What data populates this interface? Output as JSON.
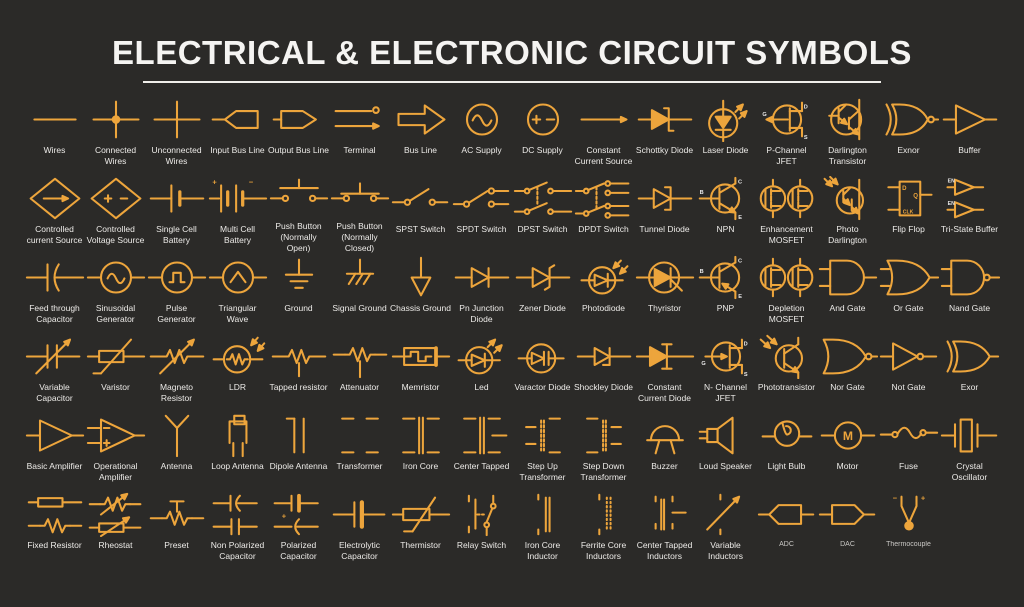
{
  "page": {
    "title": "ELECTRICAL & ELECTRONIC CIRCUIT SYMBOLS",
    "colors": {
      "background": "#2B2A28",
      "accent": "#EDA53C",
      "text": "#EDEBE8",
      "title": "#F5F4F2"
    }
  },
  "rows": [
    {
      "items": [
        {
          "label": "Wires",
          "symbol": "wires"
        },
        {
          "label": "Connected Wires",
          "symbol": "connected-wires"
        },
        {
          "label": "Unconnected Wires",
          "symbol": "unconnected-wires"
        },
        {
          "label": "Input Bus Line",
          "symbol": "input-bus-line"
        },
        {
          "label": "Output Bus Line",
          "symbol": "output-bus-line"
        },
        {
          "label": "Terminal",
          "symbol": "terminal"
        },
        {
          "label": "Bus Line",
          "symbol": "bus-line"
        },
        {
          "label": "AC Supply",
          "symbol": "ac-supply"
        },
        {
          "label": "DC Supply",
          "symbol": "dc-supply"
        },
        {
          "label": "Constant Current Source",
          "symbol": "constant-current-source"
        },
        {
          "label": "Schottky Diode",
          "symbol": "schottky-diode"
        },
        {
          "label": "Laser Diode",
          "symbol": "laser-diode"
        },
        {
          "label": "P-Channel JFET",
          "symbol": "p-channel-jfet"
        },
        {
          "label": "Darlington Transistor",
          "symbol": "darlington-transistor"
        },
        {
          "label": "Exnor",
          "symbol": "exnor"
        },
        {
          "label": "Buffer",
          "symbol": "buffer"
        }
      ]
    },
    {
      "items": [
        {
          "label": "Controlled current Source",
          "symbol": "controlled-current-source"
        },
        {
          "label": "Controlled Voltage Source",
          "symbol": "controlled-voltage-source"
        },
        {
          "label": "Single Cell Battery",
          "symbol": "single-cell-battery"
        },
        {
          "label": "Multi Cell Battery",
          "symbol": "multi-cell-battery"
        },
        {
          "label": "Push Button (Normally Open)",
          "symbol": "push-button-normally-open"
        },
        {
          "label": "Push Button (Normally Closed)",
          "symbol": "push-button-normally-closed"
        },
        {
          "label": "SPST Switch",
          "symbol": "spst-switch"
        },
        {
          "label": "SPDT Switch",
          "symbol": "spdt-switch"
        },
        {
          "label": "DPST Switch",
          "symbol": "dpst-switch"
        },
        {
          "label": "DPDT Switch",
          "symbol": "dpdt-switch"
        },
        {
          "label": "Tunnel Diode",
          "symbol": "tunnel-diode"
        },
        {
          "label": "NPN",
          "symbol": "npn"
        },
        {
          "label": "Enhancement MOSFET",
          "symbol": "enhancement-mosfet"
        },
        {
          "label": "Photo Darlington",
          "symbol": "photo-darlington"
        },
        {
          "label": "Flip Flop",
          "symbol": "flip-flop"
        },
        {
          "label": "Tri-State Buffer",
          "symbol": "tri-state-buffer"
        }
      ]
    },
    {
      "items": [
        {
          "label": "Feed through Capacitor",
          "symbol": "feed-through-capacitor"
        },
        {
          "label": "Sinusoidal Generator",
          "symbol": "sinusoidal-generator"
        },
        {
          "label": "Pulse Generator",
          "symbol": "pulse-generator"
        },
        {
          "label": "Triangular Wave",
          "symbol": "triangular-wave"
        },
        {
          "label": "Ground",
          "symbol": "ground"
        },
        {
          "label": "Signal Ground",
          "symbol": "signal-ground"
        },
        {
          "label": "Chassis Ground",
          "symbol": "chassis-ground"
        },
        {
          "label": "Pn Junction Diode",
          "symbol": "pn-junction-diode"
        },
        {
          "label": "Zener Diode",
          "symbol": "zener-diode"
        },
        {
          "label": "Photodiode",
          "symbol": "photodiode"
        },
        {
          "label": "Thyristor",
          "symbol": "thyristor"
        },
        {
          "label": "PNP",
          "symbol": "pnp"
        },
        {
          "label": "Depletion MOSFET",
          "symbol": "depletion-mosfet"
        },
        {
          "label": "And Gate",
          "symbol": "and-gate"
        },
        {
          "label": "Or Gate",
          "symbol": "or-gate"
        },
        {
          "label": "Nand Gate",
          "symbol": "nand-gate"
        }
      ]
    },
    {
      "items": [
        {
          "label": "Variable Capacitor",
          "symbol": "variable-capacitor"
        },
        {
          "label": "Varistor",
          "symbol": "varistor"
        },
        {
          "label": "Magneto Resistor",
          "symbol": "magneto-resistor"
        },
        {
          "label": "LDR",
          "symbol": "ldr"
        },
        {
          "label": "Tapped resistor",
          "symbol": "tapped-resistor"
        },
        {
          "label": "Attenuator",
          "symbol": "attenuator"
        },
        {
          "label": "Memristor",
          "symbol": "memristor"
        },
        {
          "label": "Led",
          "symbol": "led"
        },
        {
          "label": "Varactor Diode",
          "symbol": "varactor-diode"
        },
        {
          "label": "Shockley Diode",
          "symbol": "shockley-diode"
        },
        {
          "label": "Constant Current Diode",
          "symbol": "constant-current-diode"
        },
        {
          "label": "N- Channel JFET",
          "symbol": "n-channel-jfet"
        },
        {
          "label": "Phototransistor",
          "symbol": "phototransistor"
        },
        {
          "label": "Nor Gate",
          "symbol": "nor-gate"
        },
        {
          "label": "Not Gate",
          "symbol": "not-gate"
        },
        {
          "label": "Exor",
          "symbol": "exor"
        }
      ]
    },
    {
      "items": [
        {
          "label": "Basic Amplifier",
          "symbol": "basic-amplifier"
        },
        {
          "label": "Operational Amplifier",
          "symbol": "operational-amplifier"
        },
        {
          "label": "Antenna",
          "symbol": "antenna"
        },
        {
          "label": "Loop Antenna",
          "symbol": "loop-antenna"
        },
        {
          "label": "Dipole Antenna",
          "symbol": "dipole-antenna"
        },
        {
          "label": "Transformer",
          "symbol": "transformer"
        },
        {
          "label": "Iron Core",
          "symbol": "iron-core"
        },
        {
          "label": "Center Tapped",
          "symbol": "center-tapped"
        },
        {
          "label": "Step Up Transformer",
          "symbol": "step-up-transformer"
        },
        {
          "label": "Step Down Transformer",
          "symbol": "step-down-transformer"
        },
        {
          "label": "Buzzer",
          "symbol": "buzzer"
        },
        {
          "label": "Loud Speaker",
          "symbol": "loud-speaker"
        },
        {
          "label": "Light Bulb",
          "symbol": "light-bulb"
        },
        {
          "label": "Motor",
          "symbol": "motor"
        },
        {
          "label": "Fuse",
          "symbol": "fuse"
        },
        {
          "label": "Crystal Oscillator",
          "symbol": "crystal-oscillator"
        }
      ]
    },
    {
      "items": [
        {
          "label": "Fixed Resistor",
          "symbol": "fixed-resistor"
        },
        {
          "label": "Rheostat",
          "symbol": "rheostat"
        },
        {
          "label": "Preset",
          "symbol": "preset"
        },
        {
          "label": "Non Polarized Capacitor",
          "symbol": "non-polarized-capacitor"
        },
        {
          "label": "Polarized Capacitor",
          "symbol": "polarized-capacitor"
        },
        {
          "label": "Electrolytic Capacitor",
          "symbol": "electrolytic-capacitor"
        },
        {
          "label": "Thermistor",
          "symbol": "thermistor"
        },
        {
          "label": "Relay Switch",
          "symbol": "relay-switch"
        },
        {
          "label": "Iron Core Inductor",
          "symbol": "iron-core-inductor"
        },
        {
          "label": "Ferrite Core Inductors",
          "symbol": "ferrite-core-inductors"
        },
        {
          "label": "Center Tapped Inductors",
          "symbol": "center-tapped-inductors"
        },
        {
          "label": "Variable Inductors",
          "symbol": "variable-inductors"
        },
        {
          "label": "ADC",
          "symbol": "adc",
          "small": true
        },
        {
          "label": "DAC",
          "symbol": "dac",
          "small": true
        },
        {
          "label": "Thermocouple",
          "symbol": "thermocouple",
          "small": true
        }
      ]
    }
  ]
}
